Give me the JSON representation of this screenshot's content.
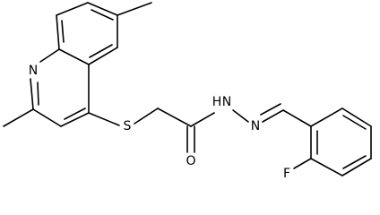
{
  "structure": {
    "atoms": {
      "quinoline_n": "N",
      "thioether_s": "S",
      "carbonyl_o": "O",
      "amide_nh": "H",
      "amide_n": "N",
      "imine_n": "N",
      "fluorine": "F"
    }
  },
  "colors": {
    "bond": "#000000",
    "label": "#000000",
    "background": "#ffffff"
  }
}
